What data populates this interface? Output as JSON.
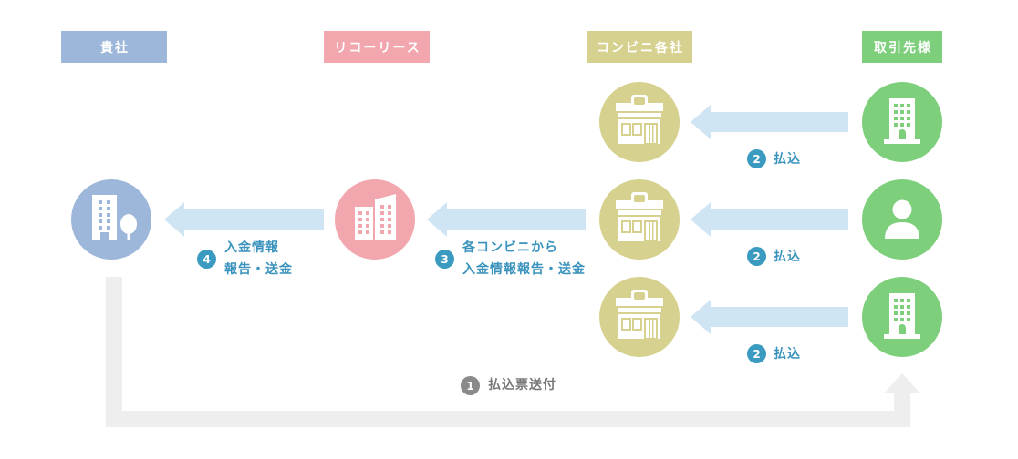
{
  "columns": {
    "company": {
      "label": "貴社",
      "color": "#9db7da",
      "icon": "building-with-tree-icon"
    },
    "ricoh_leasing": {
      "label": "リコーリース",
      "color": "#f2a6ae",
      "icon": "office-buildings-icon"
    },
    "convenience_stores": {
      "label": "コンビニ各社",
      "color": "#d6d18e",
      "icon": "convenience-store-icon"
    },
    "customers": {
      "label": "取引先様",
      "color": "#7ecf7b",
      "icons": [
        "building-icon",
        "person-icon",
        "building-icon"
      ]
    }
  },
  "steps": {
    "send_payment_slip": {
      "number": "1",
      "label": "払込票送付"
    },
    "payments": [
      {
        "number": "2",
        "label": "払込"
      },
      {
        "number": "2",
        "label": "払込"
      },
      {
        "number": "2",
        "label": "払込"
      }
    ],
    "store_report": {
      "number": "3",
      "lines": [
        "各コンビニから",
        "入金情報報告・送金"
      ]
    },
    "ricoh_report": {
      "number": "4",
      "lines": [
        "入金情報",
        "報告・送金"
      ]
    }
  },
  "colors": {
    "flow_arrow": "#d0e5f4",
    "return_path": "#eeeeee",
    "step_badge": "#3a9ac0",
    "step_text": "#3a93bd",
    "step1_badge": "#8a8a8a",
    "step1_text": "#777777"
  }
}
